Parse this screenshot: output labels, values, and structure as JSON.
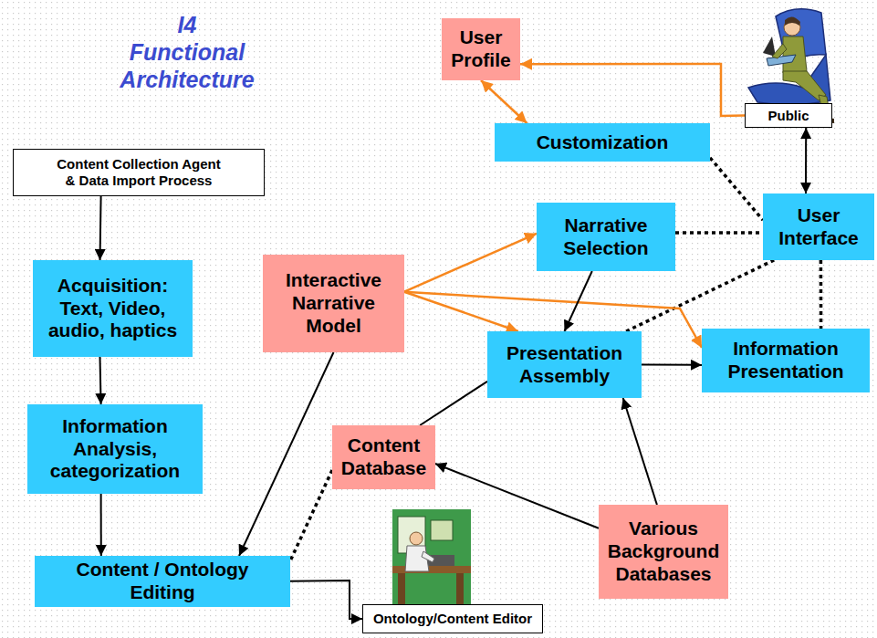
{
  "diagram": {
    "title": "I4 Functional Architecture",
    "nodes": [
      {
        "text": [
          "User Profile"
        ]
      },
      {
        "text": [
          "Customization"
        ]
      },
      {
        "text": [
          "Public"
        ]
      },
      {
        "text": [
          "Content Collection Agent & Data Import Process"
        ]
      },
      {
        "text": [
          "User Interface"
        ]
      },
      {
        "text": [
          "Narrative Selection"
        ]
      },
      {
        "text": [
          "Interactive Narrative Model"
        ]
      },
      {
        "text": [
          "Acquisition: Text, Video, audio, haptics"
        ]
      },
      {
        "text": [
          "Presentation Assembly"
        ]
      },
      {
        "text": [
          "Information Presentation"
        ]
      },
      {
        "text": [
          "Information Analysis, categorization"
        ]
      },
      {
        "text": [
          "Content Database"
        ]
      },
      {
        "text": [
          "Various Background Databases"
        ]
      },
      {
        "text": [
          "Content / Ontology Editing"
        ]
      },
      {
        "text": [
          "Ontology/Content Editor"
        ]
      }
    ],
    "edges": [
      {
        "from": 2,
        "to": 0,
        "arrow": "to"
      },
      {
        "from": 0,
        "to": 1,
        "arrow": "both"
      },
      {
        "from": 2,
        "to": 4,
        "arrow": "both"
      },
      {
        "from": 1,
        "to": 4,
        "arrow": "none"
      },
      {
        "from": 5,
        "to": 4,
        "arrow": "none"
      },
      {
        "from": 8,
        "to": 4,
        "arrow": "none"
      },
      {
        "from": 4,
        "to": 9,
        "arrow": "none"
      },
      {
        "from": 6,
        "to": 5,
        "arrow": "to"
      },
      {
        "from": 6,
        "to": 8,
        "arrow": "to"
      },
      {
        "from": 6,
        "to": 9,
        "arrow": "to"
      },
      {
        "from": 6,
        "to": 13,
        "arrow": "to"
      },
      {
        "from": 5,
        "to": 8,
        "arrow": "to"
      },
      {
        "from": 8,
        "to": 9,
        "arrow": "to"
      },
      {
        "from": 8,
        "to": 11,
        "arrow": "none"
      },
      {
        "from": 11,
        "to": 13,
        "arrow": "none"
      },
      {
        "from": 12,
        "to": 11,
        "arrow": "to"
      },
      {
        "from": 12,
        "to": 8,
        "arrow": "to"
      },
      {
        "from": 3,
        "to": 7,
        "arrow": "to"
      },
      {
        "from": 7,
        "to": 10,
        "arrow": "to"
      },
      {
        "from": 10,
        "to": 13,
        "arrow": "to"
      },
      {
        "from": 13,
        "to": 14,
        "arrow": "to"
      }
    ]
  }
}
